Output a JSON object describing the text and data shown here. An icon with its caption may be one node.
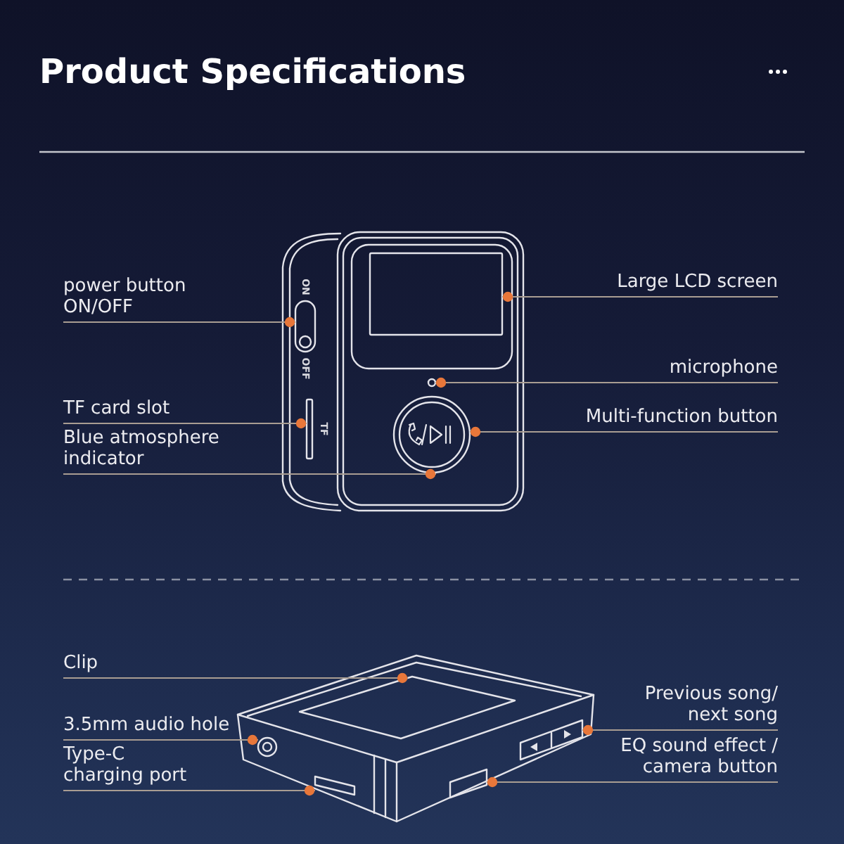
{
  "diagram": {
    "title": "Product Specifications",
    "nodes": [
      {
        "text": [
          "power button ON/OFF"
        ]
      },
      {
        "text": [],
        "shape": "box",
        "beside": [
          "ON",
          "OFF"
        ]
      },
      {
        "text": [
          "Large LCD screen"
        ]
      },
      {
        "text": [],
        "shape": "box"
      },
      {
        "text": [
          "microphone"
        ]
      },
      {
        "text": [],
        "shape": "circle"
      },
      {
        "text": [
          "TF card slot"
        ]
      },
      {
        "text": [],
        "shape": "bar",
        "beside": [
          "TF"
        ]
      },
      {
        "text": [
          "Multi-function button"
        ]
      },
      {
        "text": [],
        "shape": "circle"
      },
      {
        "text": [
          "Blue atmosphere indicator"
        ]
      },
      {
        "text": [
          "Clip"
        ]
      },
      {
        "text": [],
        "shape": "box"
      },
      {
        "text": [
          "3.5mm audio hole"
        ]
      },
      {
        "text": [],
        "shape": "circle"
      },
      {
        "text": [
          "Previous song/ next song"
        ]
      },
      {
        "text": [],
        "shape": "box"
      },
      {
        "text": [
          "Type-C charging port"
        ]
      },
      {
        "text": [],
        "shape": "box"
      },
      {
        "text": [
          "EQ sound effect / camera button"
        ]
      },
      {
        "text": [],
        "shape": "box"
      }
    ],
    "edges": [
      {
        "from": 0,
        "to": 1,
        "arrow": "other"
      },
      {
        "from": 2,
        "to": 3,
        "arrow": "other"
      },
      {
        "from": 4,
        "to": 5,
        "arrow": "other"
      },
      {
        "from": 6,
        "to": 7,
        "arrow": "other"
      },
      {
        "from": 8,
        "to": 9,
        "arrow": "other"
      },
      {
        "from": 10,
        "to": 9,
        "arrow": "other"
      },
      {
        "from": 11,
        "to": 12,
        "arrow": "other"
      },
      {
        "from": 13,
        "to": 14,
        "arrow": "other"
      },
      {
        "from": 15,
        "to": 16,
        "arrow": "other"
      },
      {
        "from": 17,
        "to": 18,
        "arrow": "other"
      },
      {
        "from": 19,
        "to": 20,
        "arrow": "other"
      }
    ]
  }
}
